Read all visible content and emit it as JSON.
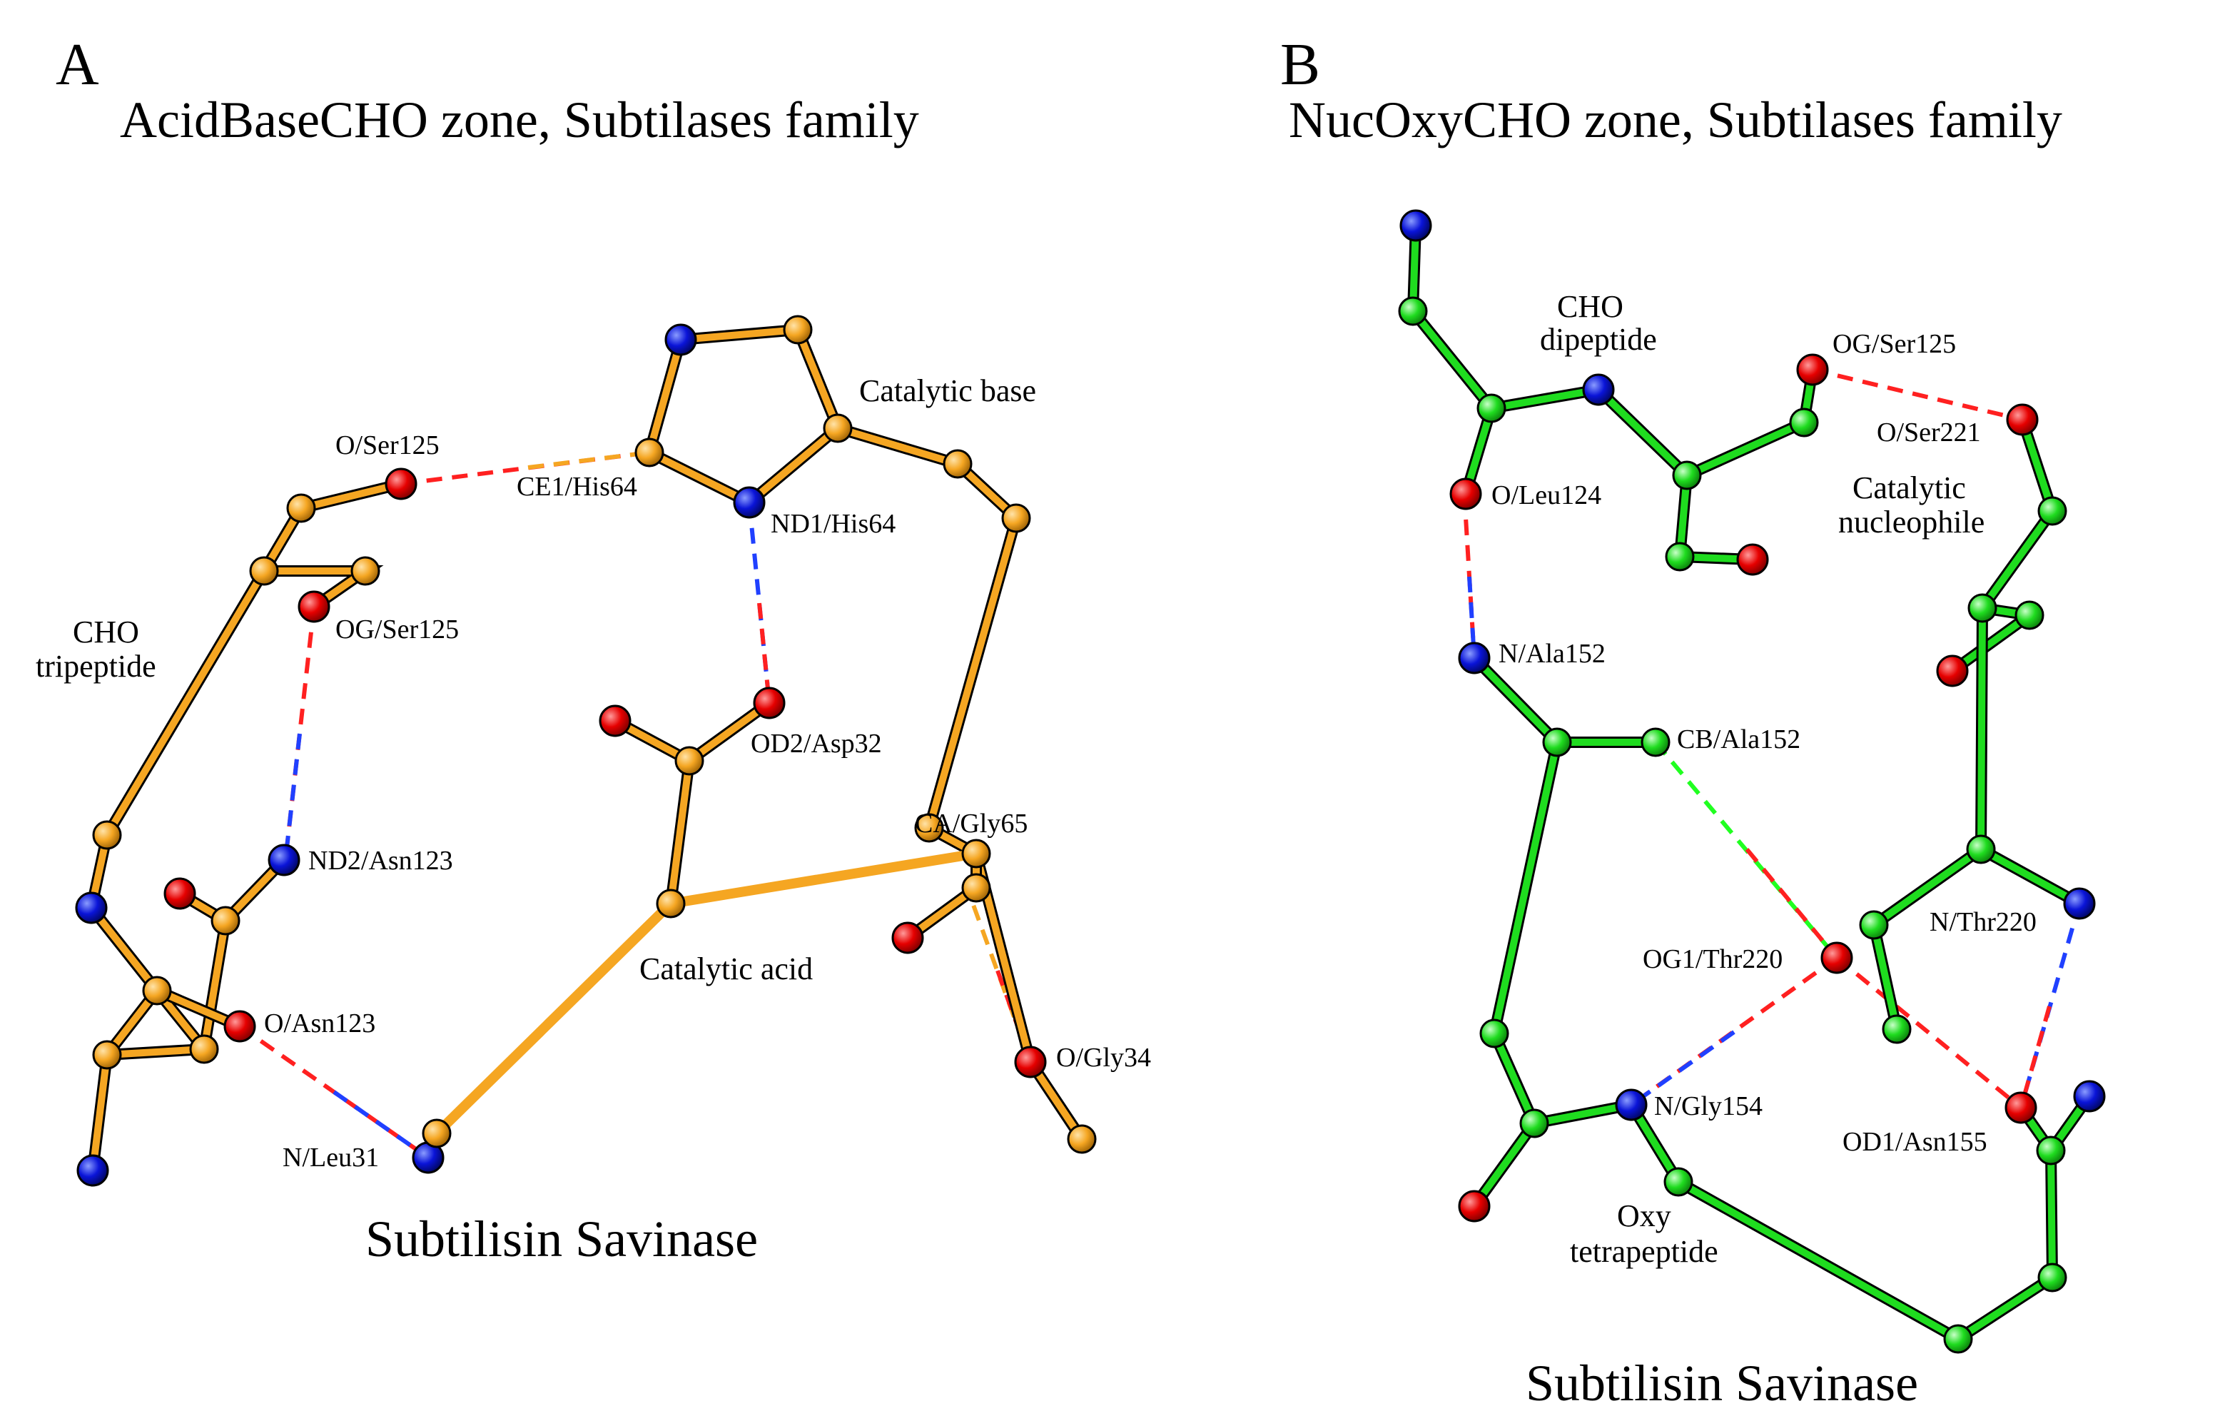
{
  "colors": {
    "panel_a_bond": "#f5a622",
    "panel_b_bond": "#1fdc1f",
    "carbon_a": "#f5a622",
    "carbon_b": "#1fdc1f",
    "oxygen": "#e60000",
    "nitrogen": "#0a14d8",
    "hbond_red": "#ff2020",
    "hbond_blue": "#2040ff",
    "hbond_orange": "#f5a622",
    "hbond_green": "#20ff20"
  },
  "panel_a": {
    "letter": "A",
    "title": "AcidBaseCHO zone, Subtilases family",
    "protein": "Subtilisin Savinase",
    "groups": {
      "cho_tripeptide_line1": "CHO",
      "cho_tripeptide_line2": "tripeptide",
      "catalytic_base": "Catalytic base",
      "catalytic_acid": "Catalytic acid"
    },
    "atoms": {
      "o_ser125": "O/Ser125",
      "ce1_his64": "CE1/His64",
      "nd1_his64": "ND1/His64",
      "og_ser125": "OG/Ser125",
      "od2_asp32": "OD2/Asp32",
      "nd2_asn123": "ND2/Asn123",
      "ca_gly65": "CA/Gly65",
      "o_asn123": "O/Asn123",
      "o_gly34": "O/Gly34",
      "n_leu31": "N/Leu31"
    }
  },
  "panel_b": {
    "letter": "B",
    "title": "NucOxyCHO zone, Subtilases family",
    "protein": "Subtilisin Savinase",
    "groups": {
      "cho_dipeptide_line1": "CHO",
      "cho_dipeptide_line2": "dipeptide",
      "catalytic_nucleophile_line1": "Catalytic",
      "catalytic_nucleophile_line2": "nucleophile",
      "oxy_tetrapeptide_line1": "Oxy",
      "oxy_tetrapeptide_line2": "tetrapeptide"
    },
    "atoms": {
      "og_ser125": "OG/Ser125",
      "o_ser221": "O/Ser221",
      "o_leu124": "O/Leu124",
      "n_ala152": "N/Ala152",
      "cb_ala152": "CB/Ala152",
      "n_thr220": "N/Thr220",
      "og1_thr220": "OG1/Thr220",
      "n_gly154": "N/Gly154",
      "od1_asn155": "OD1/Asn155"
    }
  }
}
